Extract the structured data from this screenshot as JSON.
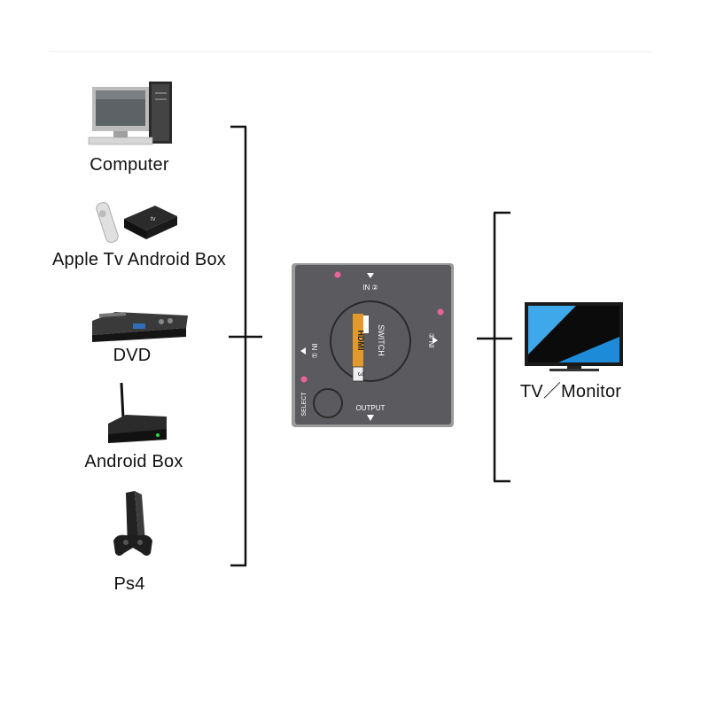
{
  "sources": [
    {
      "id": "computer",
      "label": "Computer",
      "icon": "computer-icon"
    },
    {
      "id": "apple-tv",
      "label": "Apple Tv Android Box",
      "icon": "apple-tv-icon"
    },
    {
      "id": "dvd",
      "label": "DVD",
      "icon": "dvd-player-icon"
    },
    {
      "id": "android-box",
      "label": "Android Box",
      "icon": "android-box-icon"
    },
    {
      "id": "ps4",
      "label": "Ps4",
      "icon": "ps4-console-icon"
    }
  ],
  "switch": {
    "input_top": "IN ②",
    "input_left": "IN ①",
    "input_right": "③ NI",
    "output": "OUTPUT",
    "select": "SELECT",
    "brand": "HDMI",
    "switch_text": "SWITCH",
    "port_count": "3",
    "body_color": "#5b5b5f",
    "led_color": "#e8649a"
  },
  "destination": {
    "label": "TV／Monitor",
    "icon": "tv-monitor-icon"
  }
}
